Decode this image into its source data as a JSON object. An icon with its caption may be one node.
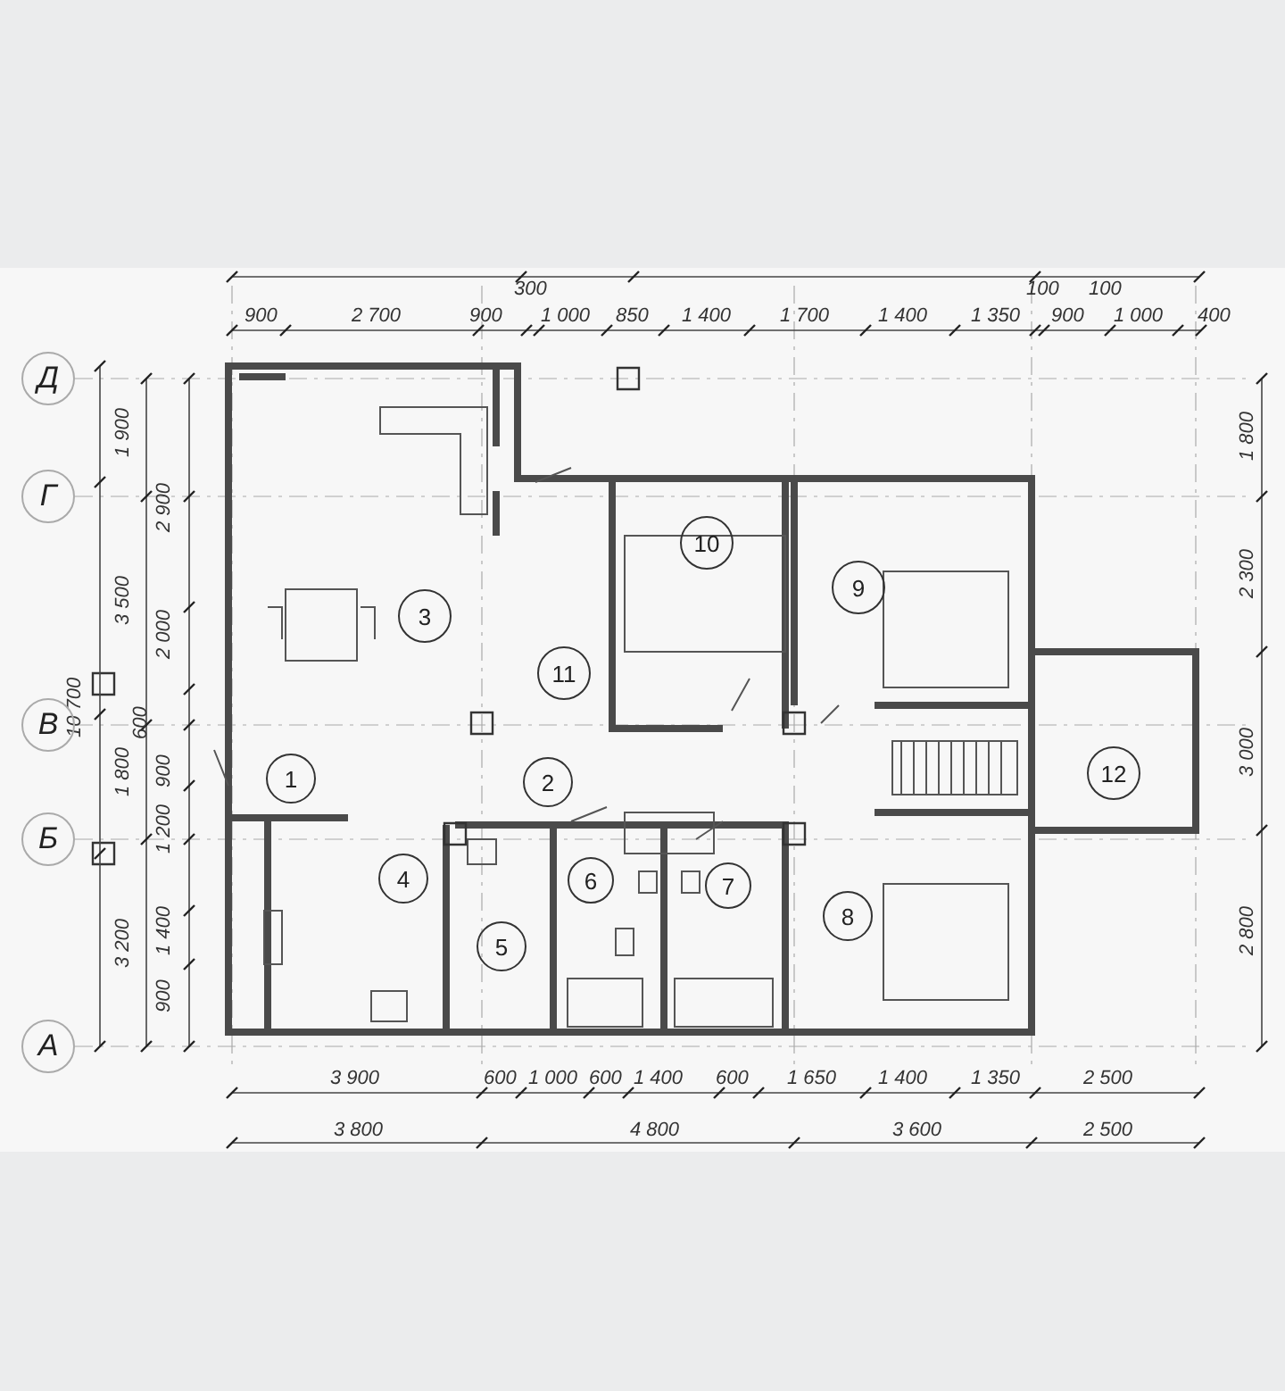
{
  "diagram": {
    "nodes": [
      {
        "text": [
          "Д"
        ]
      },
      {
        "text": [
          "Г"
        ]
      },
      {
        "text": [
          "В"
        ]
      },
      {
        "text": [
          "Б"
        ]
      },
      {
        "text": [
          "А"
        ]
      },
      {
        "text": [
          "1"
        ]
      },
      {
        "text": [
          "2"
        ]
      },
      {
        "text": [
          "3"
        ]
      },
      {
        "text": [
          "4"
        ]
      },
      {
        "text": [
          "5"
        ]
      },
      {
        "text": [
          "6"
        ]
      },
      {
        "text": [
          "7"
        ]
      },
      {
        "text": [
          "8"
        ]
      },
      {
        "text": [
          "9"
        ]
      },
      {
        "text": [
          "10"
        ]
      },
      {
        "text": [
          "11"
        ]
      },
      {
        "text": [
          "12"
        ]
      }
    ],
    "edges": [],
    "labels": [
      "300",
      "100",
      "100",
      "900",
      "2 700",
      "900",
      "1 000",
      "850",
      "1 400",
      "1 700",
      "1 400",
      "1 350",
      "900",
      "1 000",
      "400",
      "1 900",
      "2 900",
      "3 500",
      "2 000",
      "10 700",
      "600",
      "1 800",
      "900",
      "1 200",
      "3 200",
      "1 400",
      "900",
      "1 800",
      "2 300",
      "3 000",
      "2 800",
      "3 900",
      "600",
      "1 000",
      "600",
      "1 400",
      "600",
      "1 650",
      "1 400",
      "1 350",
      "2 500",
      "3 800",
      "4 800",
      "3 600",
      "2 500"
    ]
  }
}
